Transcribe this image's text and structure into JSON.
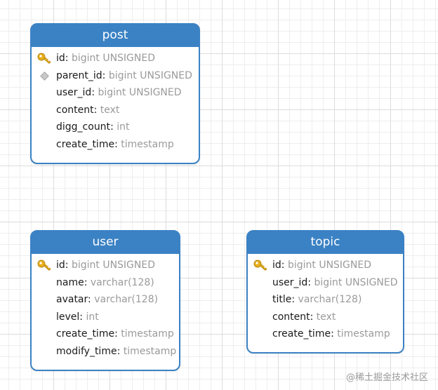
{
  "entities": {
    "post": {
      "name": "post",
      "fields": [
        {
          "name": "id",
          "type": "bigint UNSIGNED",
          "key": "primary"
        },
        {
          "name": "parent_id",
          "type": "bigint UNSIGNED",
          "key": "foreign"
        },
        {
          "name": "user_id",
          "type": "bigint UNSIGNED",
          "key": "none"
        },
        {
          "name": "content",
          "type": "text",
          "key": "none"
        },
        {
          "name": "digg_count",
          "type": "int",
          "key": "none"
        },
        {
          "name": "create_time",
          "type": "timestamp",
          "key": "none"
        }
      ]
    },
    "user": {
      "name": "user",
      "fields": [
        {
          "name": "id",
          "type": "bigint UNSIGNED",
          "key": "primary"
        },
        {
          "name": "name",
          "type": "varchar(128)",
          "key": "none"
        },
        {
          "name": "avatar",
          "type": "varchar(128)",
          "key": "none"
        },
        {
          "name": "level",
          "type": "int",
          "key": "none"
        },
        {
          "name": "create_time",
          "type": "timestamp",
          "key": "none"
        },
        {
          "name": "modify_time",
          "type": "timestamp",
          "key": "none"
        }
      ]
    },
    "topic": {
      "name": "topic",
      "fields": [
        {
          "name": "id",
          "type": "bigint UNSIGNED",
          "key": "primary"
        },
        {
          "name": "user_id",
          "type": "bigint UNSIGNED",
          "key": "none"
        },
        {
          "name": "title",
          "type": "varchar(128)",
          "key": "none"
        },
        {
          "name": "content",
          "type": "text",
          "key": "none"
        },
        {
          "name": "create_time",
          "type": "timestamp",
          "key": "none"
        }
      ]
    }
  },
  "separator": ":",
  "colors": {
    "header": "#3b82c4",
    "field_name": "#1a1a1a",
    "field_type": "#9a9a9a",
    "key": "#e8b020"
  },
  "icons": {
    "primary": "key-icon",
    "foreign": "diamond-icon"
  },
  "watermark": "@稀土掘金技术社区"
}
